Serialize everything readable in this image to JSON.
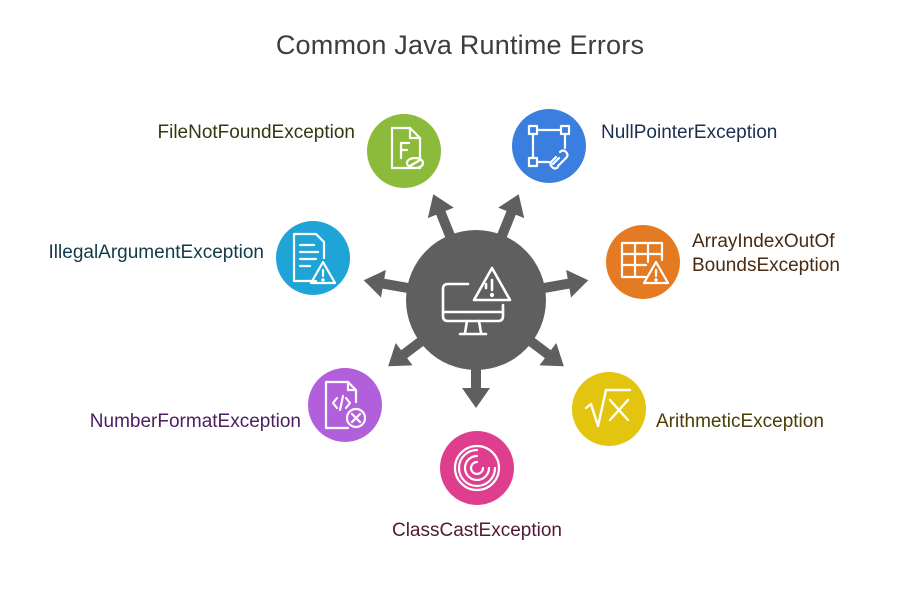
{
  "title": "Common Java Runtime Errors",
  "hub": {
    "icon": "monitor-warning-icon",
    "color": "#5f5f5f"
  },
  "items": [
    {
      "id": "filenotfound",
      "label": "FileNotFoundException",
      "icon": "file-f-icon",
      "color": "#8cba3a",
      "text_color": "#2e3b12"
    },
    {
      "id": "nullpointer",
      "label": "NullPointerException",
      "icon": "broken-link-icon",
      "color": "#3a7fe0",
      "text_color": "#1b2f4f"
    },
    {
      "id": "illegalargument",
      "label": "IllegalArgumentException",
      "icon": "document-warning-icon",
      "color": "#1fa4d8",
      "text_color": "#123a4a"
    },
    {
      "id": "arrayindex",
      "label_lines": [
        "ArrayIndexOutOf",
        "BoundsException"
      ],
      "icon": "grid-warning-icon",
      "color": "#e47b23",
      "text_color": "#4a2a10"
    },
    {
      "id": "numberformat",
      "label": "NumberFormatException",
      "icon": "code-error-icon",
      "color": "#b25fdc",
      "text_color": "#4a1f5e"
    },
    {
      "id": "arithmetic",
      "label": "ArithmeticException",
      "icon": "sqrt-x-icon",
      "color": "#e3c40e",
      "text_color": "#4a3d05"
    },
    {
      "id": "classcast",
      "label": "ClassCastException",
      "icon": "spiral-icon",
      "color": "#df3e8f",
      "text_color": "#4f1a35"
    }
  ]
}
